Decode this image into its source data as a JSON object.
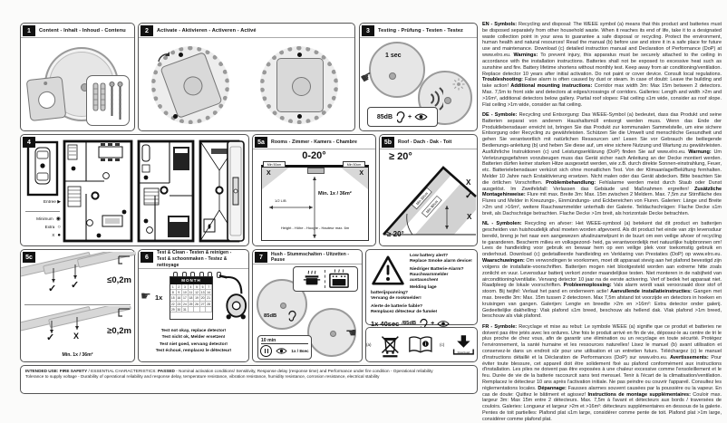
{
  "colors": {
    "black": "#111",
    "gray_fill": "#e6e6e6",
    "band_gray": "#d2d2d2",
    "panel_border": "#555"
  },
  "icons": {
    "hand_right": "☛",
    "hand_left": "☚",
    "entree_arrow": "▶",
    "legend_minimum": "◉",
    "legend_extra": "○",
    "legend_dot": "●"
  },
  "panels": {
    "content": {
      "num": "1",
      "title": "Content - Inhalt - Inhoud - Contenu"
    },
    "activate": {
      "num": "2",
      "title": "Activate - Aktivieren - Activeren - Activé"
    },
    "testing": {
      "num": "3",
      "title": "Testing - Prüfung - Testen - Testez",
      "press_time": "1 sec",
      "volume": "85dB",
      "plus": "+"
    },
    "placement": {
      "num": "4",
      "legend": {
        "entree": "Entree",
        "entree_arrow": "▶",
        "minimum": "Minimum",
        "minimum_sym": "◉",
        "extra": "Extra",
        "extra_sym": "○",
        "not_allowed": "X",
        "not_allowed_sym": "●"
      }
    },
    "rooms": {
      "num": "5a",
      "title": "Rooms - Zimmer - Kamers - Chambre",
      "angle": "0-20°",
      "min_side_left": "Min 50cm",
      "min_side_right": "Min 50cm",
      "x_mark": "X",
      "coverage": "Min. 1x / 36m²",
      "width_label": "1/2 L/B",
      "height_label": "Height - Höhe - Hoogte - Hauteur max. 6m"
    },
    "roof": {
      "num": "5b",
      "title": "Roof - Dach - Dak - Toit",
      "angle_top": "≥ 20°",
      "angle_bottom": "≥ 20°",
      "band1": "Min 50cm",
      "band2": "Min 90cm",
      "mark_top": "X",
      "mark_mid": "✓",
      "mark_bottom": "X"
    },
    "beams": {
      "num": "5c",
      "dist_small": "≤0,2m",
      "dist_large": "≥0,2m",
      "s1m1": "✓",
      "s1m2": "✓",
      "s2m1": "✓",
      "s2m2": "X",
      "coverage": "Min. 1x / 36m²"
    },
    "test_clean": {
      "num": "6",
      "title_line1": "Test & Clean - Testen & reinigen -",
      "title_line2": "Test & schoonmaken - Testez & nettoyage",
      "frequency": "1x",
      "calendar_header": "MONTH",
      "days": [
        "1",
        "2",
        "3",
        "4",
        "5",
        "6",
        "7",
        "8",
        "9",
        "10",
        "11",
        "12",
        "13",
        "14",
        "15",
        "16",
        "17",
        "18",
        "19",
        "20",
        "21",
        "22",
        "23",
        "24",
        "25",
        "26",
        "27",
        "28",
        "29",
        "30",
        "31",
        "",
        "",
        "",
        ""
      ],
      "lines": [
        "Test not okay, replace detector!",
        "Test nicht ok, Melder ersetzen!",
        "Test niet goed, vervang detector!",
        "Test échoué, remplacez le détecteur!"
      ]
    },
    "hush": {
      "num": "7",
      "title": "Hush - Stummschalten - Uitzetten - Pause",
      "volume": "85dB",
      "pause_duration": "10 min",
      "blink": "1x / 8sec"
    },
    "low_battery": {
      "lines": [
        "Low battery alert?\nReplace Smoke alarm device!",
        "Niedriger Batterie-Alarm?\nRauchwarnmelder austauschen!",
        "Melding lage batterijspanning?\nVervang de rookmelder!",
        "Alerte de batterie faible?\nRemplacez détecteur de fumée!"
      ],
      "signal": "1x 40sec",
      "volume": "/85dB",
      "plus": "+"
    },
    "symbols_strip": {
      "a": "(a)",
      "c": "(c)",
      "download_label": "Download",
      "book_letter": "i"
    },
    "footer": {
      "segments": [
        {
          "b": true,
          "t": "INTENDED USE: FIRE SAFETY"
        },
        {
          "b": false,
          "t": " / ESSENTIAL CHARACTERISTICS: "
        },
        {
          "b": true,
          "t": "PASSED"
        },
        {
          "b": false,
          "t": " - Nominal activation conditions/ Sensitivity, Response delay (response time) and Performance under fire condition - Operational reliability\nTolerance to supply voltage - Durability of operational reliability and response delay, temperature resistance, vibration resistance, humidity resistance, corrosion resistance, electrical stability"
        }
      ]
    }
  },
  "languages": {
    "en": {
      "segments": [
        {
          "b": true,
          "t": "EN - Symbols: "
        },
        {
          "b": false,
          "t": "Recycling and disposal: The WEEE symbol (a) means that this product and batteries must be disposed separately from other household waste. When it reaches its end of life, take it to a designated waste collection point in your area to guarantee a safe disposal or recycling. Protect the environment, human health and natural resources! Read the manual (b) before use and store it in a safe place for future use and maintenance. Download (c) detailed instruction manual and Declaration of Performance (DoP) at www.elro.eu. "
        },
        {
          "b": true,
          "t": "Warnings: "
        },
        {
          "b": false,
          "t": "To prevent injury, this apparatus must be securely attached to the ceiling in accordance with the installation instructions. Batteries shall not be exposed to excessive heat such as sunshine and fire. Battery lifetime shortens without monthly test. Keep away from air conditioning/ventilation. Replace detector 10 years after initial activation. Do not paint or cover device. Consult local regulations. "
        },
        {
          "b": true,
          "t": "Troubleshooting: "
        },
        {
          "b": false,
          "t": "False alarm is often caused by dust or steam. In case of doubt: Leave the building and take action! "
        },
        {
          "b": true,
          "t": "Additional mounting instructions: "
        },
        {
          "b": false,
          "t": "Corridor max width 3m: Max 15m between 2 detectors. Max. 7,5m to front side and detectors at edges/crossings of corridors. Galleries: Length and width >2m and >16m², additional detectors below gallery. Partial roof slopes: Flat ceiling ≤1m wide, consider as roof slope. Flat ceiling >1m wide, consider as flat ceiling."
        }
      ]
    },
    "de": {
      "segments": [
        {
          "b": true,
          "t": "DE - Symbole: "
        },
        {
          "b": false,
          "t": "Recycling und Entsorgung: Das WEEE-Symbol (a) bedeutet, dass das Produkt und seine Batterien separat von anderem Haushaltsmüll entsorgt werden muss. Wenn das Ende der Produktlebensdauer erreicht ist, bringen Sie das Produkt zur kommunalen Sammelstelle, um eine sichere Entsorgung oder Recycling zu gewährleisten. Schützen Sie die Umwelt und menschliche Gesundheit und gehen Sie verantwortlich mit natürlichen Ressourcen um! Lesen Sie vor Gebrauch die beiliegende Bedienungs-anleitung (b) und heben Sie diese auf, um eine sichere Nutzung und Wartung zu gewährleisten. Ausführliche Instruktionen (c) und Leistungserklärung (DoP) finden Sie auf www.elro.eu. "
        },
        {
          "b": true,
          "t": "Warnung: "
        },
        {
          "b": false,
          "t": "Um Verletzungsgefahren vorzubeugen muss das Gerät sicher nach Anleitung an der Decke montiert werden. Batterien dürfen keiner starken Hitze ausgesetzt werden, wie z.B. durch direkte Sonnen-einstrahlung, Feuer, etc. Batterielebensdauer verkürzt sich ohne monatlichen Test. Von der Klimaanlage/Belüftung fernhalten. Melder 10 Jahre nach Erstaktivierung ersetzen. Nicht malen oder das Gerät abdecken. Bitte beachten Sie die örtlichen Vorschriften. "
        },
        {
          "b": true,
          "t": "Problembehandlung: "
        },
        {
          "b": false,
          "t": "Fehlalarme werden meist durch Staub oder Dunst ausgelöst. Im Zweifelsfall: Verlassen das Gebäude und Maßnahmen ergreifen! "
        },
        {
          "b": true,
          "t": "Zusätzliche Montagehinweise: "
        },
        {
          "b": false,
          "t": "Flure mit max. Breite 3m: Max. 15m zwischen 2 Meldern. Max. 7,5m zur Stirnfläche des Flures und Melder in Kreuzungs-, Einmündungs- und Eckbereichen von Fluren. Galerien: Länge und Breite >2m und >16m², weitere Rauchwarnmelder unterhalb der Galerie. Teildachschrägen: Flache Decke ≤1m breit, als Dachschräge betrachten. Flache Decke >1m breit, als horizontale Decke betrachten."
        }
      ]
    },
    "nl": {
      "segments": [
        {
          "b": true,
          "t": "NL - Symbolen: "
        },
        {
          "b": false,
          "t": "Recycling en afvoer: Het WEEE-symbool (a) betekent dat dit product en batterijen gescheiden van huishoudelijk afval moeten worden afgevoerd. Als dit product het einde van zijn levensduur bereikt, breng je het naar een aangewezen afvalinzamelpunt in de buurt om een veilige afvoer of recycling te garanderen. Bescherm milieu en volksgezond- heid, ga verantwoordelijk met natuurlijke hulpbronnen om! Lees de handleiding voor gebruik en bewaar hem op een veilige plek voor toekomstig gebruik en onderhoud. Download (c) gedetailleerde handleiding en Verklaring van Prestaties (DoP) op www.elro.eu. "
        },
        {
          "b": true,
          "t": "Waarschuwingen: "
        },
        {
          "b": false,
          "t": "Om verwondingen te voorkomen, moet dit apparaat stevig aan het plafond bevestigd zijn volgens de installatie-voorschriften. Batterijen mogen niet blootgesteld worden aan extreme hitte zoals zonlicht en vuur. Levensduur batterij verkort zonder maandelijkse testen. Niet monteren in de nabijheid van airconditioning/ventilatie. Vervang detector 10 jaar na de eerste activering. Verf of bedek het apparaat niet. Raadpleeg de lokale voorschriften. "
        },
        {
          "b": true,
          "t": "Probleemoplossing: "
        },
        {
          "b": false,
          "t": "Vals alarm wordt vaak veroorzaakt door stof of stoom. Bij twijfel: Verlaat het pand en onderneem actie! "
        },
        {
          "b": true,
          "t": "Aanvullende installatieinstructies: "
        },
        {
          "b": false,
          "t": "Gangen met max. breedte 3m: Max. 15m tussen 2 detectoren. Max 7,5m afstand tot voorzijde en detectors in hoeken en kruisingen van gangen. Galerijen: Lengte en breedte >2m en >16m²: Extra detector onder galerij. Gedeeltelijke dakhelling: Vlak plafond ≤1m breed, beschouw als hellend dak. Vlak plafond >1m breed, beschouw als vlak plafond."
        }
      ]
    },
    "fr": {
      "segments": [
        {
          "b": true,
          "t": "FR - Symbole: "
        },
        {
          "b": false,
          "t": "Recyclage et mise au rebut: Le symbole WEEE (a) signifie que ce produit et batteries ne doivent pas être jetés avec les ordures. Une fois le produit arrivé en fin de vie, déposez-le au centre de tri le plus proche de chez vous, afin de garantir une élimination ou un recyclage en toute sécurité. Protégez l'environnement, la santé humaine et les ressources naturelles! Lisez le manuel (b) avant utilisation et conservez-le dans un endroit sûr pour une utilisation et un entretien futurs. Téléchargez (c) le manuel d'instructions détaillé et la Déclaration de Performances (DoP) sur www.elro.eu. "
        },
        {
          "b": true,
          "t": "Avertissements: "
        },
        {
          "b": false,
          "t": "Pour éviter toute blessure, cet appareil doit être solidement fixé au plafond conformément aux instructions d'installation. Les piles ne doivent pas être exposées à une chaleur excessive comme l'ensoleillement et le feu. Durée de vie de la batterie raccourcit sans test mensuel. Tenir à l'écart de la climatisation/ventilation. Remplacez le détecteur 10 ans après l'activation initiale. Ne pas peindre ou couvrir l'appareil. Consultez les réglementations locales. "
        },
        {
          "b": true,
          "t": "Dépannage: "
        },
        {
          "b": false,
          "t": "Fausses alarmes souvent causées par la poussière ou la vapeur. En cas de doute: Quittez le bâtiment et agissez! "
        },
        {
          "b": true,
          "t": "Instructions de montage supplémentaires: "
        },
        {
          "b": false,
          "t": "Couloir max. largeur 3m: Max 15m entre 2 détecteurs. Max. 7,5m à l'avant et détecteurs aux bords / traversées de couloirs. Galeries: Longueur et largeur >2m et >16m²: détecteurs supplémentaires en dessous de la galerie. Pentes de toit partielles: Plafond plat ≤1m large, considérer comme pente de toit. Plafond plat >1m large, considérer comme plafond plat."
        }
      ]
    }
  }
}
